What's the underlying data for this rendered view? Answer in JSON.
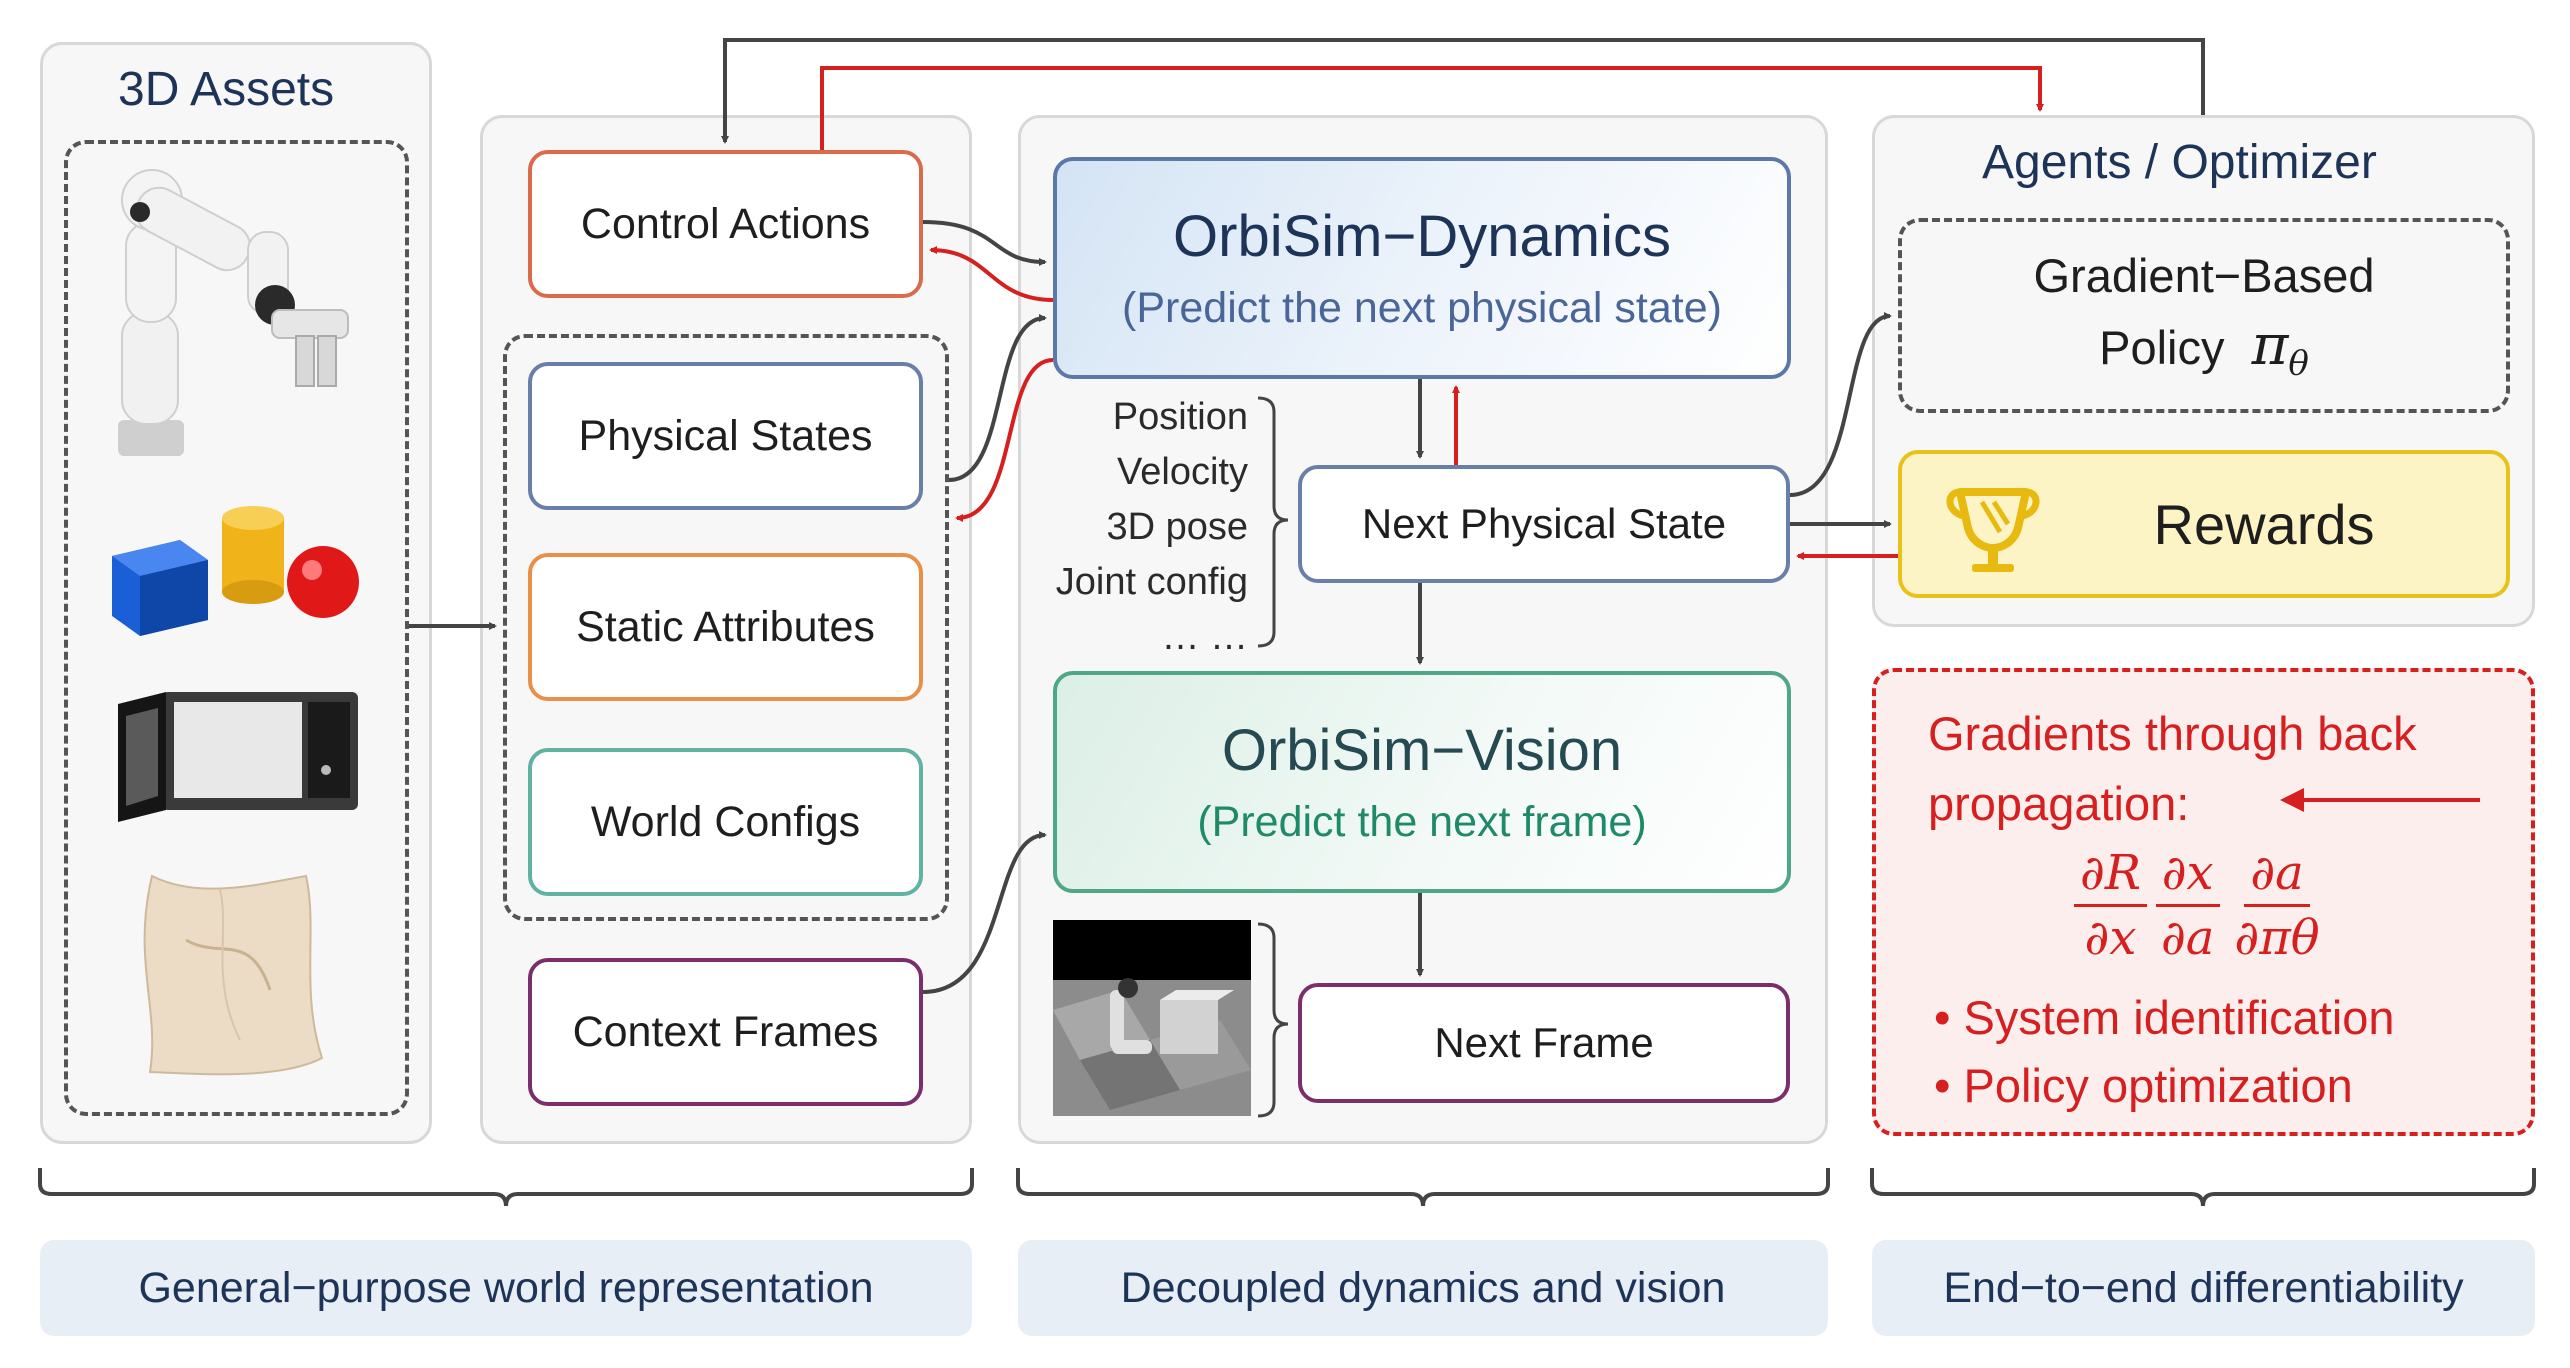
{
  "assets": {
    "title": "3D Assets"
  },
  "inputs": {
    "control_actions": "Control Actions",
    "physical_states": "Physical States",
    "static_attributes": "Static Attributes",
    "world_configs": "World Configs",
    "context_frames": "Context Frames"
  },
  "dynamics": {
    "title": "OrbiSim−Dynamics",
    "subtitle": "(Predict the next physical state)"
  },
  "state_list": [
    "Position",
    "Velocity",
    "3D pose",
    "Joint config",
    "… …"
  ],
  "next_physical_state": "Next Physical State",
  "vision": {
    "title": "OrbiSim−Vision",
    "subtitle": "(Predict the next frame)"
  },
  "next_frame": "Next Frame",
  "agents": {
    "title": "Agents / Optimizer",
    "policy_line1": "Gradient−Based",
    "policy_line2": "Policy",
    "policy_symbol": "π",
    "policy_sub": "θ",
    "rewards": "Rewards"
  },
  "gradients": {
    "line1": "Gradients through back",
    "line2": "propagation:",
    "fractions": [
      {
        "num": "∂R",
        "den": "∂x"
      },
      {
        "num": "∂x",
        "den": "∂a"
      },
      {
        "num": "∂a",
        "den": "∂πθ"
      }
    ],
    "bullets": [
      "System identification",
      "Policy optimization"
    ]
  },
  "captions": [
    "General−purpose world representation",
    "Decoupled dynamics and vision",
    "End−to−end differentiability"
  ],
  "colors": {
    "control_actions": "#d96b4a",
    "physical_states": "#6a7fa8",
    "static_attributes": "#e8904a",
    "world_configs": "#5fb3a0",
    "context_frames": "#7a2e6e",
    "dynamics_border": "#5b79a8",
    "vision_border": "#4ea888",
    "rewards_border": "#e8c21a",
    "gradient_red": "#d62020",
    "caption_bg": "#e8eef6"
  }
}
